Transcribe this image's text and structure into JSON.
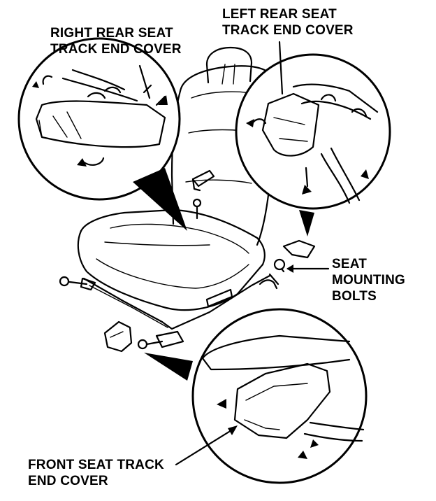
{
  "labels": {
    "right_rear_cover": [
      "RIGHT REAR SEAT",
      "TRACK END COVER"
    ],
    "left_rear_cover": [
      "LEFT REAR SEAT",
      "TRACK END COVER"
    ],
    "seat_mounting_bolts": [
      "SEAT",
      "MOUNTING",
      "BOLTS"
    ],
    "front_cover": [
      "FRONT SEAT TRACK",
      "END COVER"
    ]
  },
  "colors": {
    "ink": "#000000",
    "paper": "#ffffff"
  }
}
